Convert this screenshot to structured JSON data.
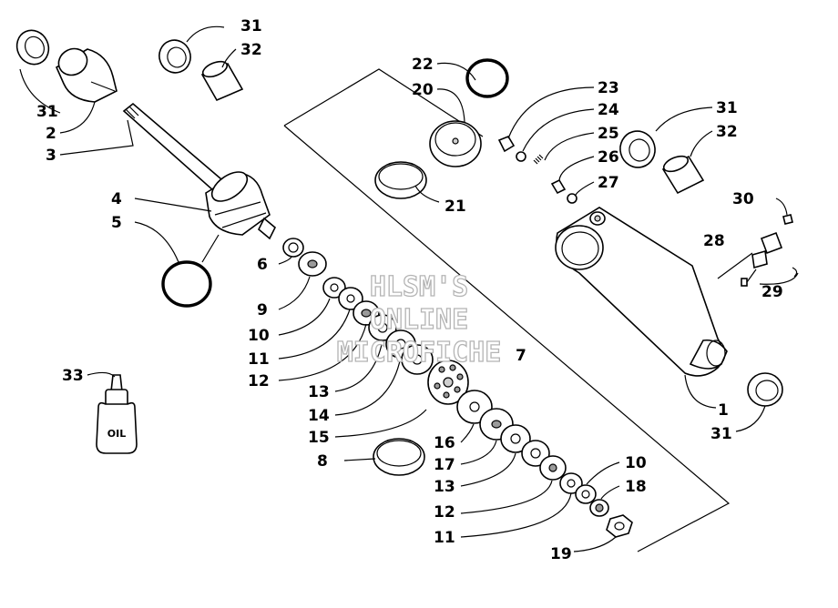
{
  "diagram": {
    "callouts": [
      "31",
      "2",
      "3",
      "31",
      "32",
      "4",
      "5",
      "6",
      "9",
      "10",
      "11",
      "12",
      "13",
      "14",
      "15",
      "7",
      "16",
      "17",
      "8",
      "13",
      "12",
      "11",
      "10",
      "18",
      "19",
      "22",
      "20",
      "21",
      "23",
      "24",
      "25",
      "26",
      "27",
      "31",
      "32",
      "30",
      "28",
      "29",
      "1",
      "31",
      "33"
    ],
    "oil_label": "OIL",
    "watermark": [
      "HLSM'S",
      "ONLINE",
      "MICROFICHE"
    ]
  }
}
